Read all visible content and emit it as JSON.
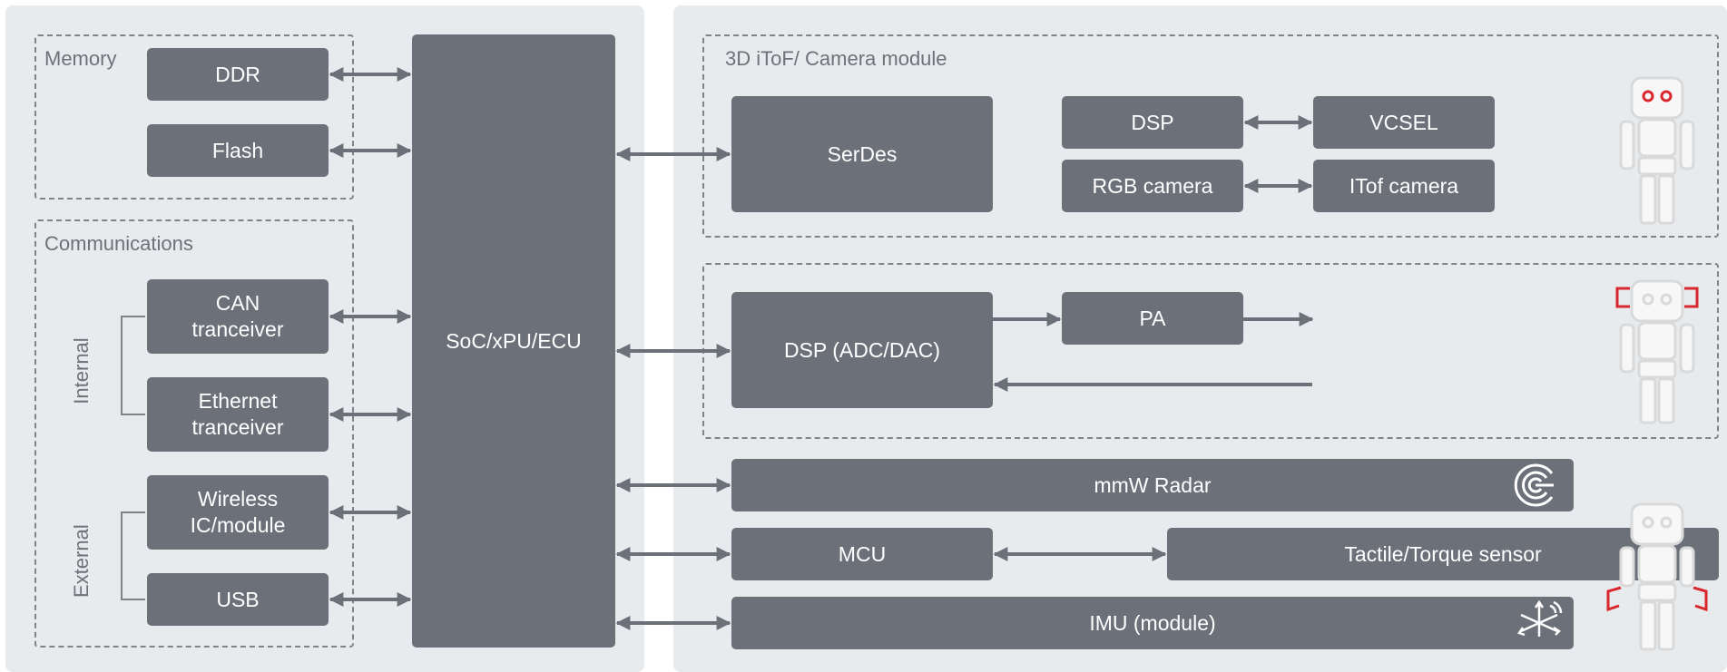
{
  "memory": {
    "title": "Memory",
    "ddr": "DDR",
    "flash": "Flash"
  },
  "communications": {
    "title": "Communications",
    "internal_label": "Internal",
    "external_label": "External",
    "can": "CAN\ntranceiver",
    "ethernet": "Ethernet\ntranceiver",
    "wireless": "Wireless\nIC/module",
    "usb": "USB"
  },
  "soc": "SoC/xPU/ECU",
  "camera_module": {
    "title": "3D iToF/ Camera module",
    "serdes": "SerDes",
    "dsp": "DSP",
    "vcsel": "VCSEL",
    "rgb_camera": "RGB camera",
    "itof_camera": "ITof camera"
  },
  "audio": {
    "dsp": "DSP (ADC/DAC)",
    "pa": "PA"
  },
  "radar": "mmW Radar",
  "mcu": "MCU",
  "tactile": "Tactile/Torque sensor",
  "imu": "IMU (module)",
  "colors": {
    "panel": "#e8ebee",
    "box": "#6b7079",
    "arrow": "#6b7079",
    "highlight": "#d9272e"
  }
}
